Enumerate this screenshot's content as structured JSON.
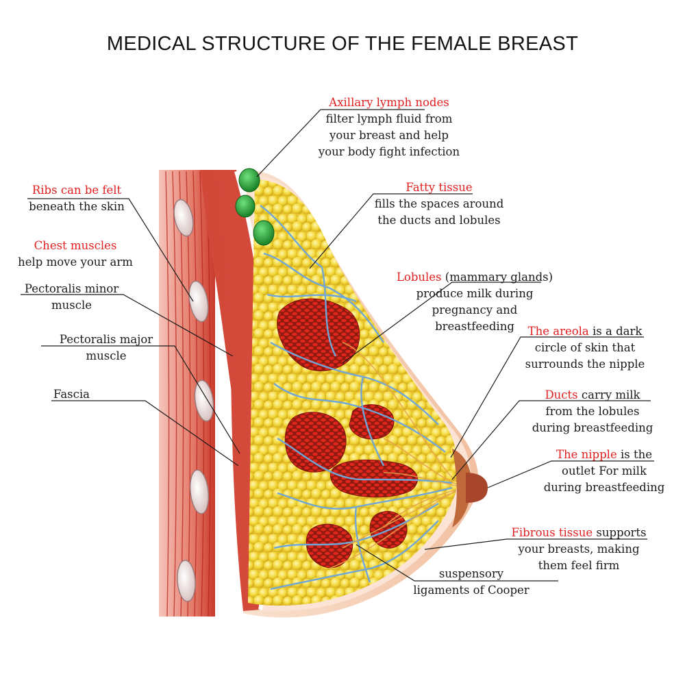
{
  "title": "MEDICAL STRUCTURE OF THE FEMALE BREAST",
  "colors": {
    "highlight": "#e21f1f",
    "muscle": "#d54a3a",
    "fat": "#f1d63a",
    "lobule": "#d9251c",
    "vessel": "#6fa6d8",
    "lymph_node": "#1f9a2f",
    "skin": "#f4c9a7",
    "nipple": "#b4532b"
  },
  "labels": {
    "axillary": {
      "highlight": "Axillary lymph nodes",
      "lines": [
        "filter lymph fluid  from",
        "your breast and help",
        "your body fight infection"
      ]
    },
    "ribs": {
      "highlight": "Ribs can be felt",
      "lines": [
        "beneath the skin"
      ]
    },
    "fatty": {
      "highlight": "Fatty tissue",
      "lines": [
        "fills the spaces around",
        "the ducts and lobules"
      ]
    },
    "chest": {
      "highlight": "Chest muscles",
      "lines": [
        "help move your arm"
      ]
    },
    "pec_minor": {
      "lines": [
        "Pectoralis minor",
        "muscle"
      ]
    },
    "lobules": {
      "highlight": "Lobules",
      "rest": " (mammary glands)",
      "lines": [
        "produce milk during",
        "pregnancy and",
        "breastfeeding"
      ]
    },
    "pec_major": {
      "lines": [
        "Pectoralis major",
        "muscle"
      ]
    },
    "areola": {
      "highlight": "The areola",
      "rest": " is a dark",
      "lines": [
        "circle of skin that",
        "surrounds the nipple"
      ]
    },
    "fascia": {
      "lines": [
        "Fascia"
      ]
    },
    "ducts": {
      "highlight": "Ducts",
      "rest": " carry milk",
      "lines": [
        "from the lobules",
        "during breastfeeding"
      ]
    },
    "nipple": {
      "highlight": "The nipple",
      "rest": " is the",
      "lines": [
        "outlet For milk",
        "during breastfeeding"
      ]
    },
    "fibrous": {
      "highlight": "Fibrous tissue",
      "rest": " supports",
      "lines": [
        "your breasts, making",
        "them feel firm"
      ]
    },
    "cooper": {
      "lines": [
        "suspensory",
        "ligaments of Cooper"
      ]
    }
  }
}
